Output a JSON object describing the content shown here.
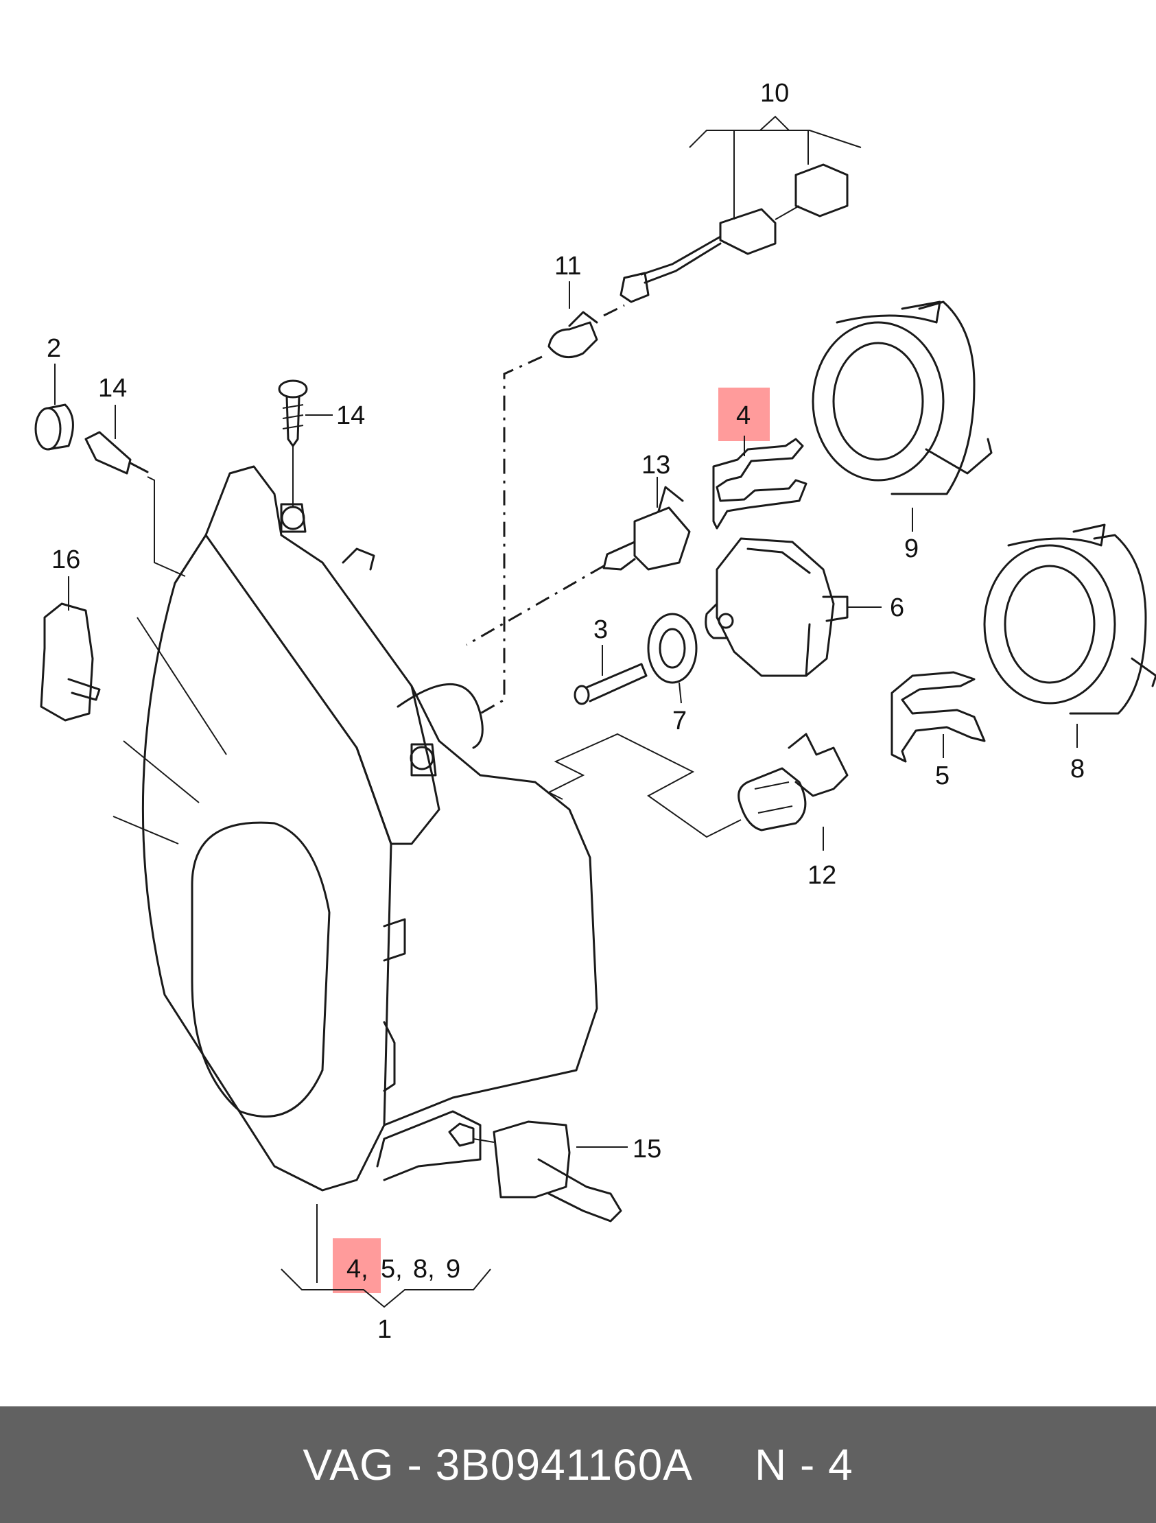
{
  "callouts": {
    "p1": "1",
    "p2": "2",
    "p3": "3",
    "p4": "4",
    "p5": "5",
    "p6": "6",
    "p7": "7",
    "p8": "8",
    "p9": "9",
    "p10": "10",
    "p11": "11",
    "p12": "12",
    "p13": "13",
    "p14a": "14",
    "p14b": "14",
    "p15": "15",
    "p16": "16",
    "group_1_parts": [
      "4,",
      "5,",
      "8,",
      "9"
    ]
  },
  "highlight_color": "#ff8a8a",
  "footer": {
    "part_number": "VAG - 3B0941160A",
    "page_ref": "N - 4",
    "background": "#616161"
  }
}
